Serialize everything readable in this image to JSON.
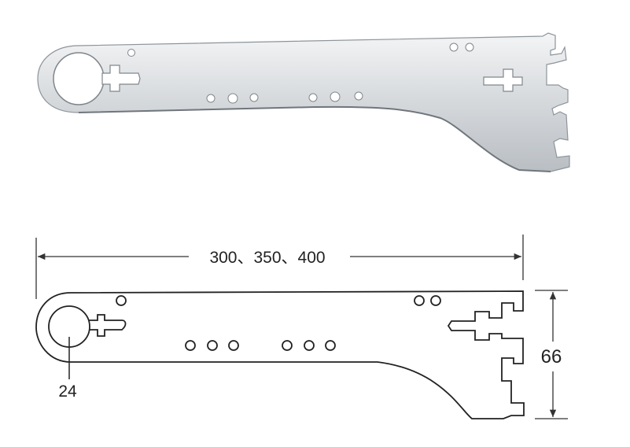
{
  "photo": {
    "subject": "shelf bracket",
    "body_color": "#d9dcdf",
    "edge_color": "#9aa0a6"
  },
  "drawing": {
    "length_label": "300、350、400",
    "height_label": "66",
    "hole_label": "24",
    "line_color": "#222222"
  }
}
